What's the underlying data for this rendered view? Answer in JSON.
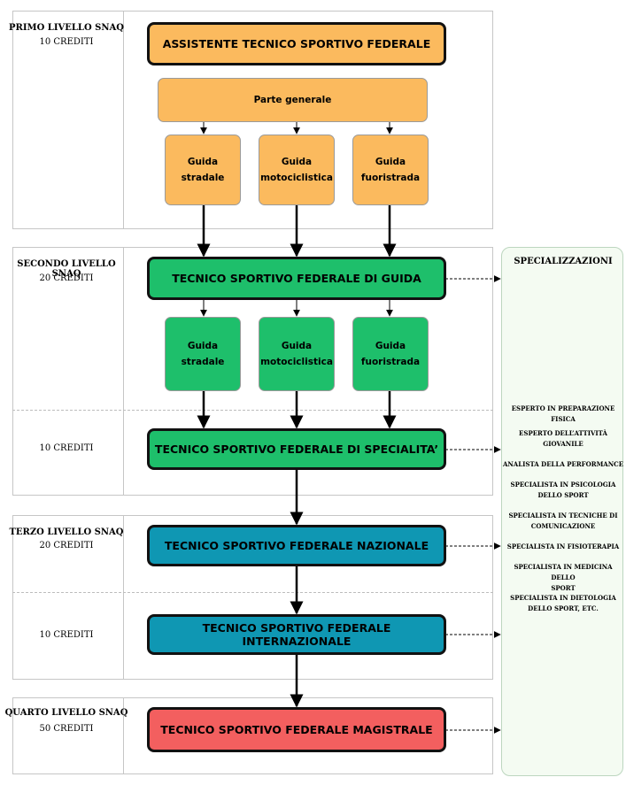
{
  "levels": {
    "primo": {
      "title": "PRIMO LIVELLO SNAQ",
      "credits": "10 CREDITI"
    },
    "secondo": {
      "title": "SECONDO LIVELLO SNAQ",
      "credits": "20 CREDITI",
      "credits2": "10 CREDITI"
    },
    "terzo": {
      "title": "TERZO LIVELLO SNAQ",
      "credits": "20 CREDITI",
      "credits2": "10 CREDITI"
    },
    "quarto": {
      "title": "QUARTO LIVELLO SNAQ",
      "credits": "50 CREDITI"
    }
  },
  "boxes": {
    "assistente": "ASSISTENTE TECNICO SPORTIVO FEDERALE",
    "parte_generale": "Parte generale",
    "guida": "TECNICO SPORTIVO FEDERALE DI GUIDA",
    "specialita": "TECNICO SPORTIVO FEDERALE DI SPECIALITA’",
    "nazionale": "TECNICO SPORTIVO FEDERALE NAZIONALE",
    "internazionale": "TECNICO SPORTIVO FEDERALE INTERNAZIONALE",
    "magistrale": "TECNICO SPORTIVO FEDERALE MAGISTRALE"
  },
  "orange_subs": [
    "Guida\nstradale",
    "Guida\nmotociclistica",
    "Guida\nfuoristrada"
  ],
  "green_subs": [
    "Guida\nstradale",
    "Guida\nmotociclistica",
    "Guida\nfuoristrada"
  ],
  "specializzazioni": {
    "title": "SPECIALIZZAZIONI",
    "items": [
      "ESPERTO IN PREPARAZIONE FISICA",
      "ESPERTO DELL’ATTIVITÀ\nGIOVANILE",
      "ANALISTA DELLA PERFORMANCE",
      "SPECIALISTA IN PSICOLOGIA\nDELLO SPORT",
      "SPECIALISTA IN TECNICHE DI\nCOMUNICAZIONE",
      "SPECIALISTA IN FISIOTERAPIA",
      "SPECIALISTA IN MEDICINA DELLO\nSPORT",
      "SPECIALISTA IN DIETOLOGIA\nDELLO SPORT, ETC."
    ]
  },
  "colors": {
    "orange": "#fbba5e",
    "green": "#1ebf6b",
    "blue": "#0f97b3",
    "red": "#f35f5f"
  }
}
